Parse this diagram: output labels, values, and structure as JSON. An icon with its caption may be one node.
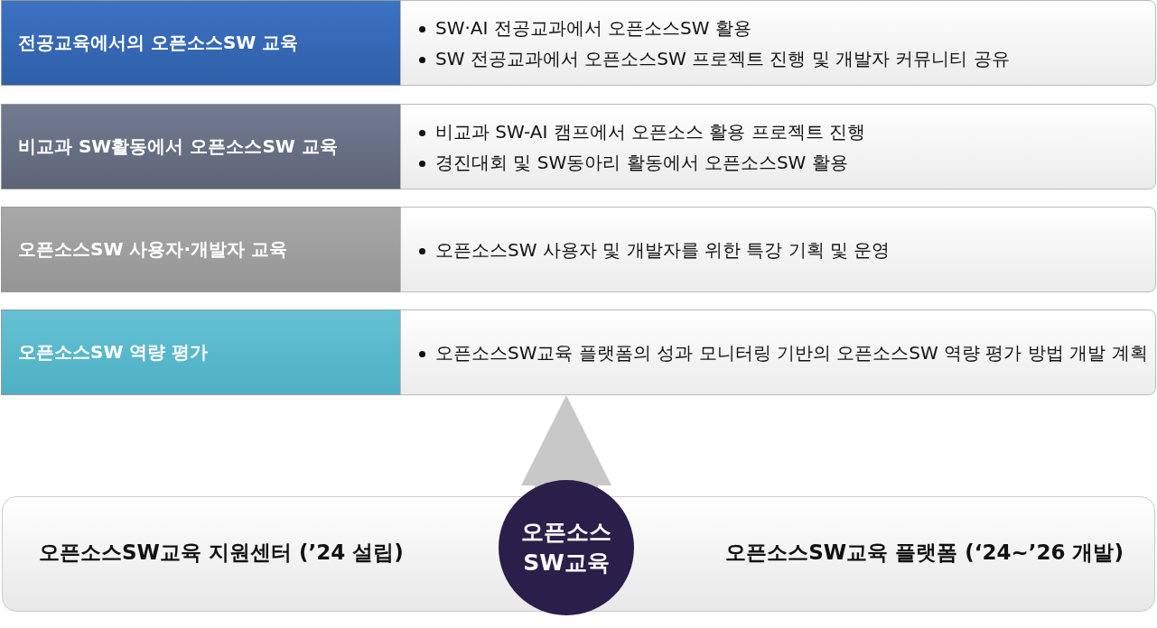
{
  "diagram": {
    "nodes": [
      {
        "text": [
          "전공교육에서의 오픈소스SW 교육"
        ]
      },
      {
        "text": [
          "SW·AI 전공교과에서 오픈소스SW 활용",
          "SW 전공교과에서 오픈소스SW 프로젝트 진행 및 개발자 커뮤니티 공유"
        ]
      },
      {
        "text": [
          "비교과 SW활동에서 오픈소스SW 교육"
        ]
      },
      {
        "text": [
          "비교과 SW-AI 캠프에서 오픈소스 활용 프로젝트 진행",
          "경진대회 및 SW동아리 활동에서 오픈소스SW 활용"
        ]
      },
      {
        "text": [
          "오픈소스SW 사용자·개발자 교육"
        ]
      },
      {
        "text": [
          "오픈소스SW 사용자 및 개발자를 위한 특강 기획 및 운영"
        ]
      },
      {
        "text": [
          "오픈소스SW 역량 평가"
        ]
      },
      {
        "text": [
          "오픈소스SW교육 플랫폼의 성과 모니터링 기반의 오픈소스SW 역량 평가 방법 개발 계획"
        ]
      },
      {
        "text": [
          "오픈소스SW교육 지원센터 (’24 설립)",
          "오픈소스SW교육 플랫폼 (‘24~’26 개발)"
        ]
      },
      {
        "text": [
          "오픈소스 SW교육"
        ]
      }
    ],
    "edges": [
      {
        "from": 9,
        "to": 7,
        "arrow": "to"
      }
    ]
  }
}
